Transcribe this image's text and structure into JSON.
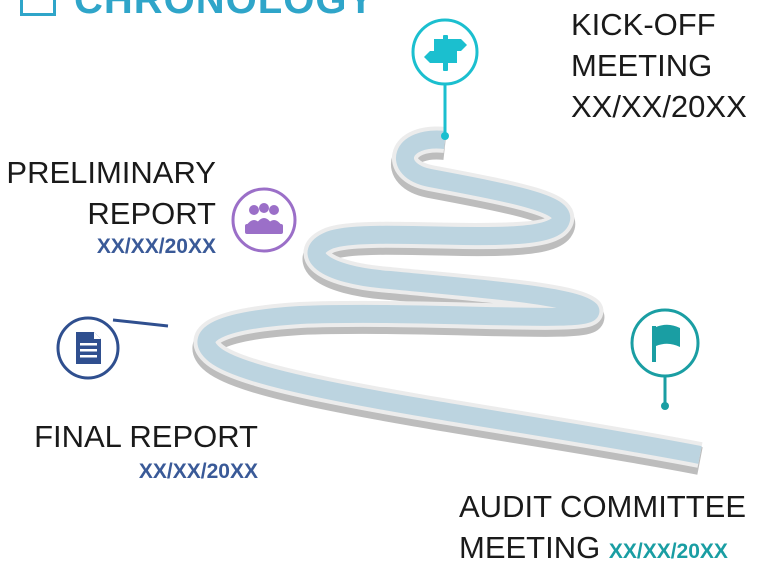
{
  "header": {
    "title": "CHRONOLOGY"
  },
  "milestones": {
    "kickoff": {
      "line1": "KICK-OFF",
      "line2": "MEETING",
      "date": "XX/XX/20XX",
      "color": "#1bbfcf",
      "icon": "signpost-icon"
    },
    "preliminary": {
      "line1": "PRELIMINARY",
      "line2": "REPORT",
      "date": "XX/XX/20XX",
      "color": "#9b6fc8",
      "icon": "group-icon"
    },
    "final": {
      "label": "FINAL REPORT",
      "date": "XX/XX/20XX",
      "color": "#2f4f8f",
      "icon": "document-icon"
    },
    "audit": {
      "line1": "AUDIT COMMITTEE",
      "line2": "MEETING",
      "date": "XX/XX/20XX",
      "color": "#1a9ea3",
      "icon": "flag-icon"
    }
  }
}
